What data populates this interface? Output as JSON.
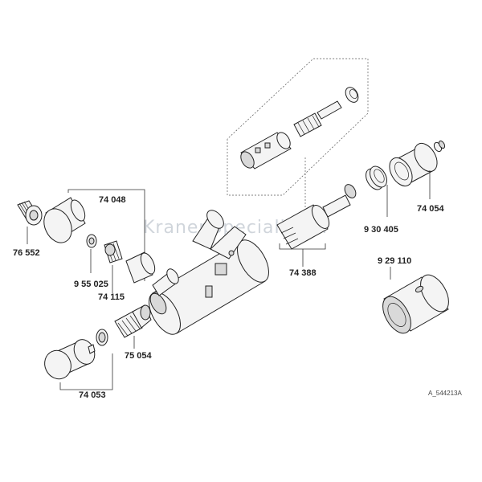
{
  "watermark": "KranenSpecialist.nl",
  "reference_code": "A_544213A",
  "part_labels": {
    "p76552": "76 552",
    "p74048": "74 048",
    "p955025": "9 55 025",
    "p74115": "74 115",
    "p75054": "75 054",
    "p74053": "74 053",
    "p74388": "74 388",
    "p930405": "9 30 405",
    "p74054": "74 054",
    "p929110": "9 29 110"
  }
}
